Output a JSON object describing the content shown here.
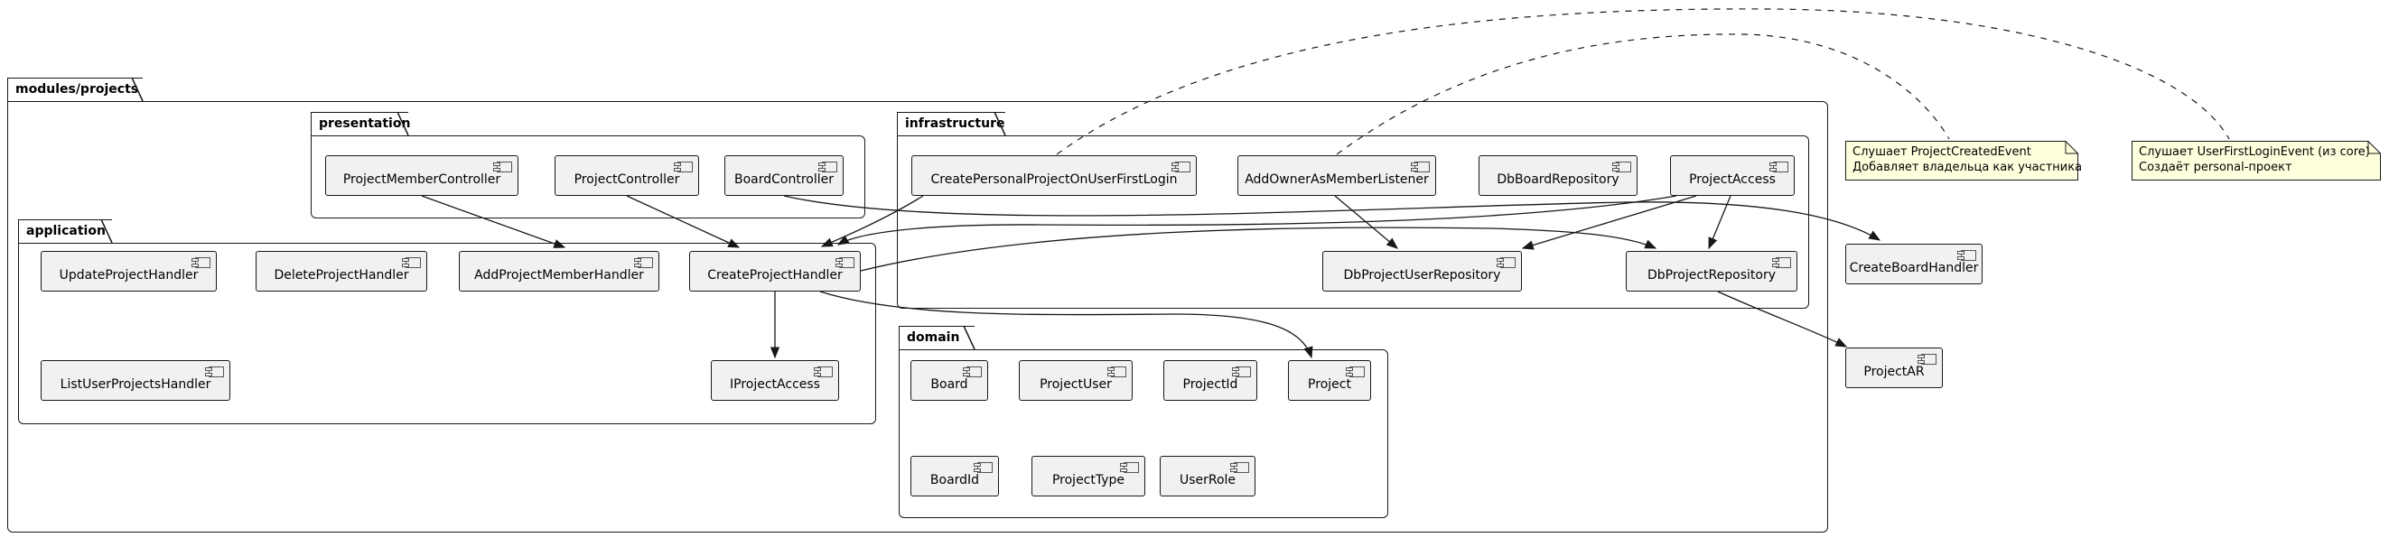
{
  "packages": {
    "modules_projects": {
      "label": "modules/projects"
    },
    "presentation": {
      "label": "presentation"
    },
    "application": {
      "label": "application"
    },
    "infrastructure": {
      "label": "infrastructure"
    },
    "domain": {
      "label": "domain"
    }
  },
  "components": {
    "project_member_controller": "ProjectMemberController",
    "project_controller": "ProjectController",
    "board_controller": "BoardController",
    "update_project_handler": "UpdateProjectHandler",
    "delete_project_handler": "DeleteProjectHandler",
    "add_project_member_handler": "AddProjectMemberHandler",
    "create_project_handler": "CreateProjectHandler",
    "list_user_projects_handler": "ListUserProjectsHandler",
    "i_project_access": "IProjectAccess",
    "create_personal_project_on_user_first_login": "CreatePersonalProjectOnUserFirstLogin",
    "add_owner_as_member_listener": "AddOwnerAsMemberListener",
    "db_board_repository": "DbBoardRepository",
    "project_access": "ProjectAccess",
    "db_project_user_repository": "DbProjectUserRepository",
    "db_project_repository": "DbProjectRepository",
    "board": "Board",
    "project_user": "ProjectUser",
    "project_id": "ProjectId",
    "project": "Project",
    "board_id": "BoardId",
    "project_type": "ProjectType",
    "user_role": "UserRole",
    "create_board_handler": "CreateBoardHandler",
    "project_ar": "ProjectAR"
  },
  "notes": {
    "project_created": {
      "line1": "Слушает ProjectCreatedEvent",
      "line2": "Добавляет владельца как участника"
    },
    "user_first_login": {
      "line1": "Слушает UserFirstLoginEvent (из core)",
      "line2": "Создаёт personal-проект"
    }
  },
  "edges": [
    {
      "from": "ProjectMemberController",
      "to": "AddProjectMemberHandler",
      "style": "solid-arrow"
    },
    {
      "from": "ProjectController",
      "to": "CreateProjectHandler",
      "style": "solid-arrow"
    },
    {
      "from": "BoardController",
      "to": "CreateBoardHandler",
      "style": "solid-arrow"
    },
    {
      "from": "CreatePersonalProjectOnUserFirstLogin",
      "to": "CreateProjectHandler",
      "style": "solid-arrow"
    },
    {
      "from": "ProjectAccess",
      "to": "CreateProjectHandler",
      "style": "solid-arrow"
    },
    {
      "from": "ProjectAccess",
      "to": "DbProjectRepository",
      "style": "solid-arrow"
    },
    {
      "from": "ProjectAccess",
      "to": "DbProjectUserRepository",
      "style": "solid-arrow"
    },
    {
      "from": "AddOwnerAsMemberListener",
      "to": "DbProjectUserRepository",
      "style": "solid-arrow"
    },
    {
      "from": "CreateProjectHandler",
      "to": "IProjectAccess",
      "style": "solid-arrow"
    },
    {
      "from": "CreateProjectHandler",
      "to": "DbProjectRepository",
      "style": "solid-arrow"
    },
    {
      "from": "CreateProjectHandler",
      "to": "Project",
      "style": "solid-arrow"
    },
    {
      "from": "DbProjectRepository",
      "to": "ProjectAR",
      "style": "solid-arrow"
    },
    {
      "from": "note:user_first_login",
      "to": "CreatePersonalProjectOnUserFirstLogin",
      "style": "dashed"
    },
    {
      "from": "note:project_created",
      "to": "AddOwnerAsMemberListener",
      "style": "dashed"
    }
  ],
  "colors": {
    "component_fill": "#f1f1f1",
    "note_fill": "#feffdd",
    "line": "#181818",
    "background": "#ffffff"
  }
}
